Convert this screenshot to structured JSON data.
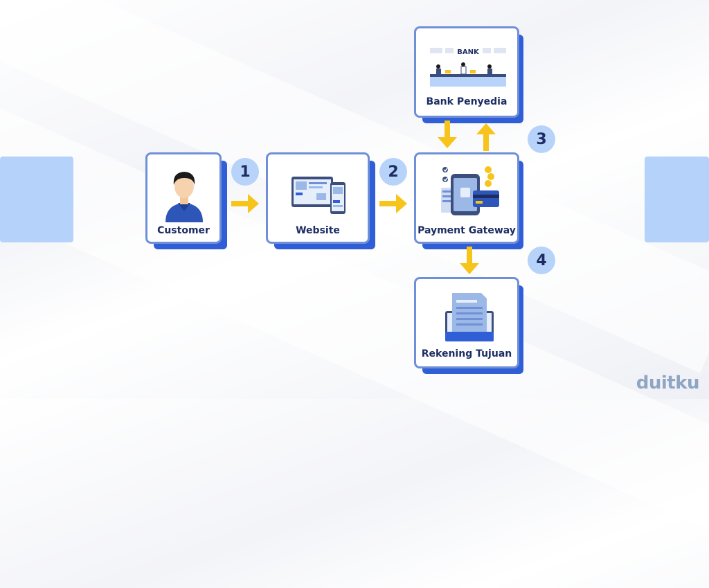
{
  "nodes": {
    "customer": {
      "label": "Customer"
    },
    "website": {
      "label": "Website"
    },
    "gateway": {
      "label": "Payment Gateway"
    },
    "bank": {
      "label": "Bank Penyedia",
      "sign": "BANK"
    },
    "destination": {
      "label": "Rekening Tujuan"
    }
  },
  "steps": [
    "1",
    "2",
    "3",
    "4"
  ],
  "logo": "duitku",
  "colors": {
    "card_border": "#6f90d9",
    "card_shadow": "#2f5ed6",
    "arrow": "#f7c41b",
    "badge": "#b7d3fa",
    "text": "#1d2d63"
  }
}
